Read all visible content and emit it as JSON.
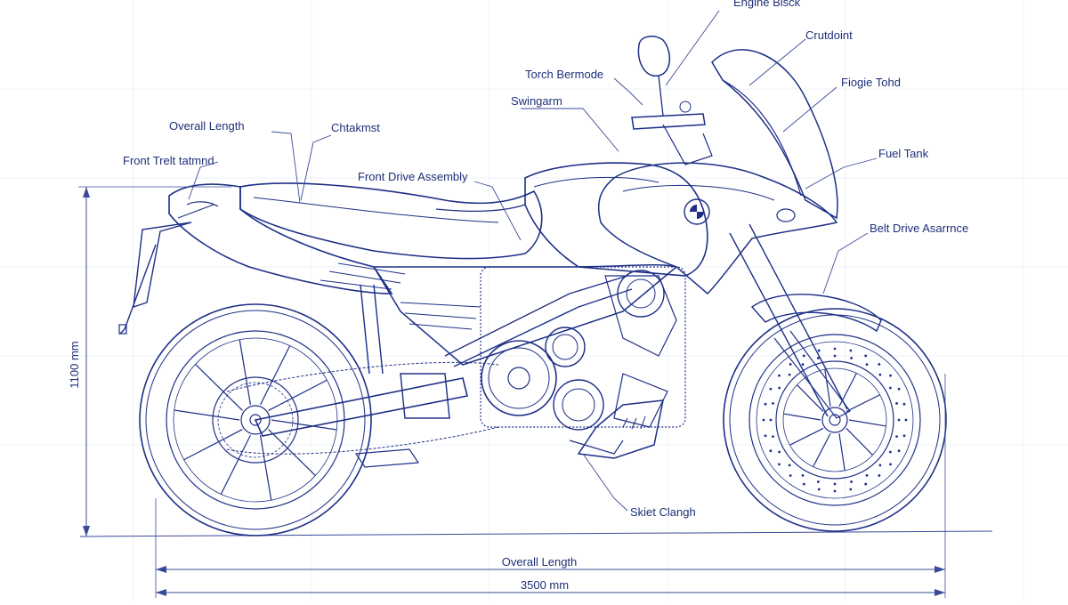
{
  "labels": {
    "engine_block": "Engine Bisck",
    "crutdoint": "Crutdoint",
    "torch_bermode": "Torch Bermode",
    "fiogie_tohd": "Fiogie Tohd",
    "swingarm": "Swingarm",
    "overall_length_top": "Overall Length",
    "chtakmst": "Chtakmst",
    "front_tret": "Front Trelt tatmnd",
    "front_drive_assembly": "Front Drive Assembly",
    "fuel_tank": "Fuel Tank",
    "belt_drive": "Belt Drive Asarrnce",
    "skiet_clangh": "Skiet Clangh"
  },
  "dimensions": {
    "height": "1100 mm",
    "overall_length": "Overall Length",
    "overall_length_value": "3500 mm"
  },
  "colors": {
    "ink": "#1d2f86",
    "background": "#ffffff"
  }
}
